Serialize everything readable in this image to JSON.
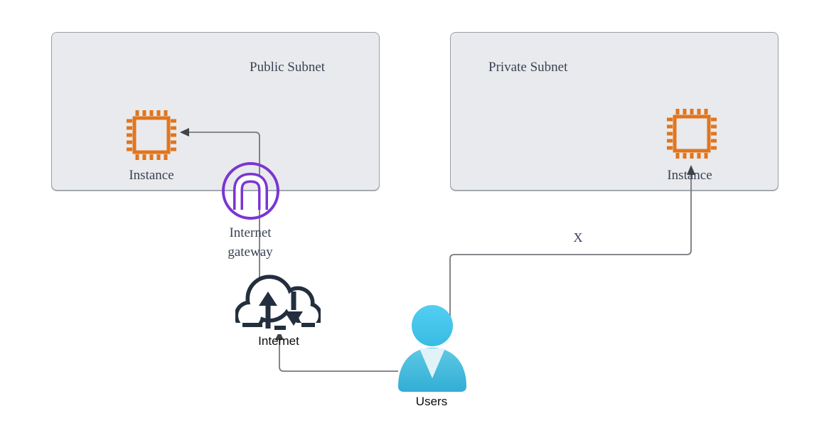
{
  "diagram": {
    "public_subnet": {
      "title": "Public Subnet",
      "instance_label": "Instance"
    },
    "private_subnet": {
      "title": "Private Subnet",
      "instance_label": "Instance"
    },
    "internet_gateway_label": "Internet gateway",
    "internet_label": "Internet",
    "users_label": "Users",
    "blocked_marker": "X",
    "icons": {
      "instance": "chip-icon",
      "internet_gateway": "gateway-arch-circle-icon",
      "internet": "cloud-up-down-arrows-icon",
      "users": "person-icon"
    },
    "connections": [
      {
        "from": "users",
        "to": "internet",
        "arrow": true
      },
      {
        "from": "internet",
        "via": "internet-gateway",
        "to": "public-instance",
        "arrow": true
      },
      {
        "from": "users",
        "to": "private-instance",
        "arrow": true,
        "label": "X"
      }
    ]
  },
  "colors": {
    "background": "#FFFFFF",
    "subnet_fill": "#E8EAED",
    "subnet_border": "#9AA1A8",
    "label_text": "#3A4252",
    "instance_orange": "#E2751D",
    "gateway_purple": "#7A35D3",
    "internet_navy": "#232F3E",
    "users_cyan": "#45C6EC",
    "connector_line": "#75797D",
    "arrowhead": "#3F4449"
  }
}
